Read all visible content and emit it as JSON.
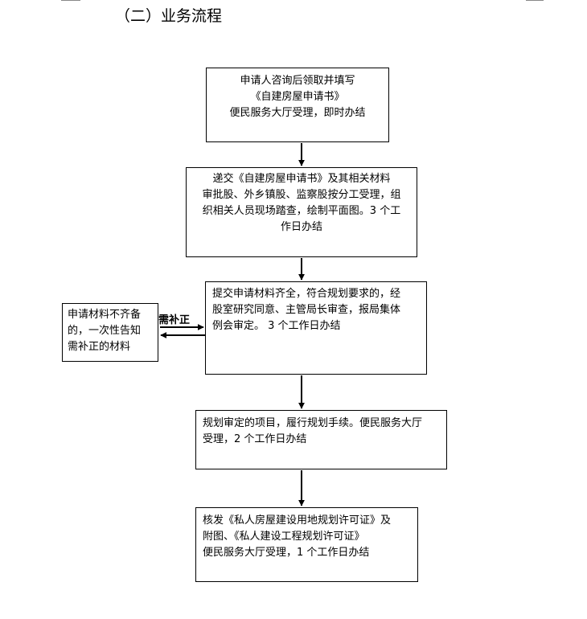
{
  "heading": "（二）业务流程",
  "steps": [
    {
      "text": "申请人咨询后领取并填写\n《自建房屋申请书》\n便民服务大厅受理，即时办结"
    },
    {
      "text": "递交《自建房屋申请书》及其相关材料\n审批股、外乡镇股、监察股按分工受理，组\n织相关人员现场踏查，绘制平面图。3 个工\n作日办结"
    },
    {
      "text": "提交申请材料齐全，符合规划要求的，经\n股室研究同意、主管局长审查，报局集体\n例会审定。 3 个工作日办结"
    },
    {
      "text": "规划审定的项目，履行规划手续。便民服务大厅\n受理，2 个工作日办结"
    },
    {
      "text": "核发《私人房屋建设用地规划许可证》及\n附图、《私人建设工程规划许可证》\n便民服务大厅受理，1 个工作日办结"
    }
  ],
  "side_branch": {
    "text": "申请材料不齐备\n的，一次性告知\n需补正的材料",
    "label": "需补正"
  }
}
